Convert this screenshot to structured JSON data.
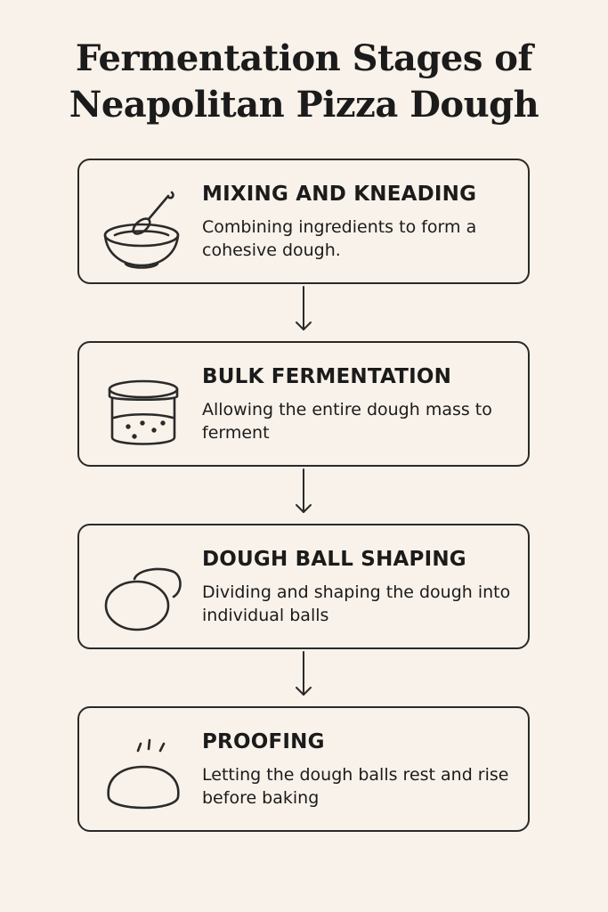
{
  "title": {
    "line1": "Fermentation Stages of",
    "line2": "Neapolitan Pizza Dough"
  },
  "stages": [
    {
      "heading": "MIXING AND KNEADING",
      "description": "Combining ingredients to form a cohesive dough.",
      "icon": "mixing-bowl-icon"
    },
    {
      "heading": "BULK FERMENTATION",
      "description": "Allowing the entire dough mass to ferment",
      "icon": "container-icon"
    },
    {
      "heading": "DOUGH BALL SHAPING",
      "description": "Dividing and shaping the dough into individual balls",
      "icon": "dough-balls-icon"
    },
    {
      "heading": "PROOFING",
      "description": "Letting the dough balls rest and rise before baking",
      "icon": "rising-dough-icon"
    }
  ],
  "colors": {
    "background": "#f9f2ea",
    "stroke": "#2a2a2a"
  }
}
